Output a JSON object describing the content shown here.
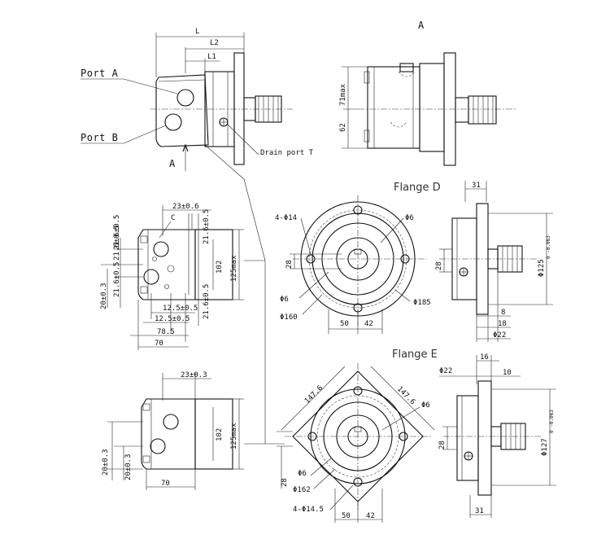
{
  "labels": {
    "port_a": "Port A",
    "port_b": "Port B",
    "drain_port": "Drain port T",
    "view_a_arrow": "A",
    "view_a_title": "A",
    "flange_d": "Flange D",
    "flange_e": "Flange E",
    "section_c": "C"
  },
  "top_view": {
    "L": "L",
    "L2": "L2",
    "L1": "L1"
  },
  "side_view_a": {
    "h71": "71max",
    "h62": "62"
  },
  "port_face_d": {
    "d23": "23±0.6",
    "v21_top": "21.6±0.5",
    "v21_left": "21.6±0.5",
    "v20": "20±0.3",
    "v21_bot": "21.6±0.5",
    "v21_r1": "21.6±0.5",
    "v21_r2": "21.6±0.5",
    "h12a": "12.5±0.5",
    "h12b": "12.5±0.5",
    "h78": "78.5",
    "h70": "70",
    "v102": "102",
    "v125": "125max"
  },
  "flange_d": {
    "holes": "4-Φ14",
    "d6a": "Φ6",
    "d6b": "Φ6",
    "d160": "Φ160",
    "d185": "Φ185",
    "v28": "28",
    "h50": "50",
    "h42": "42"
  },
  "flange_d_side": {
    "w31": "31",
    "v28": "28",
    "d125": "Φ125",
    "tol": "0 -0.063",
    "w8": "8",
    "w18": "18",
    "d22": "Φ22"
  },
  "port_face_e": {
    "d23": "23±0.3",
    "v20a": "20±0.3",
    "v20b": "20±0.3",
    "v102": "102",
    "v125": "125max",
    "h70": "70"
  },
  "flange_e": {
    "diag1": "147.6",
    "diag2": "147.6",
    "d6a": "Φ6",
    "d6b": "Φ6",
    "d162": "Φ162",
    "holes": "4-Φ14.5",
    "v28": "28",
    "h50": "50",
    "h42": "42"
  },
  "flange_e_side": {
    "w16": "16",
    "d22": "Φ22",
    "w10": "10",
    "v28": "28",
    "d127": "Φ127",
    "tol": "0 -0.063",
    "w31": "31"
  }
}
